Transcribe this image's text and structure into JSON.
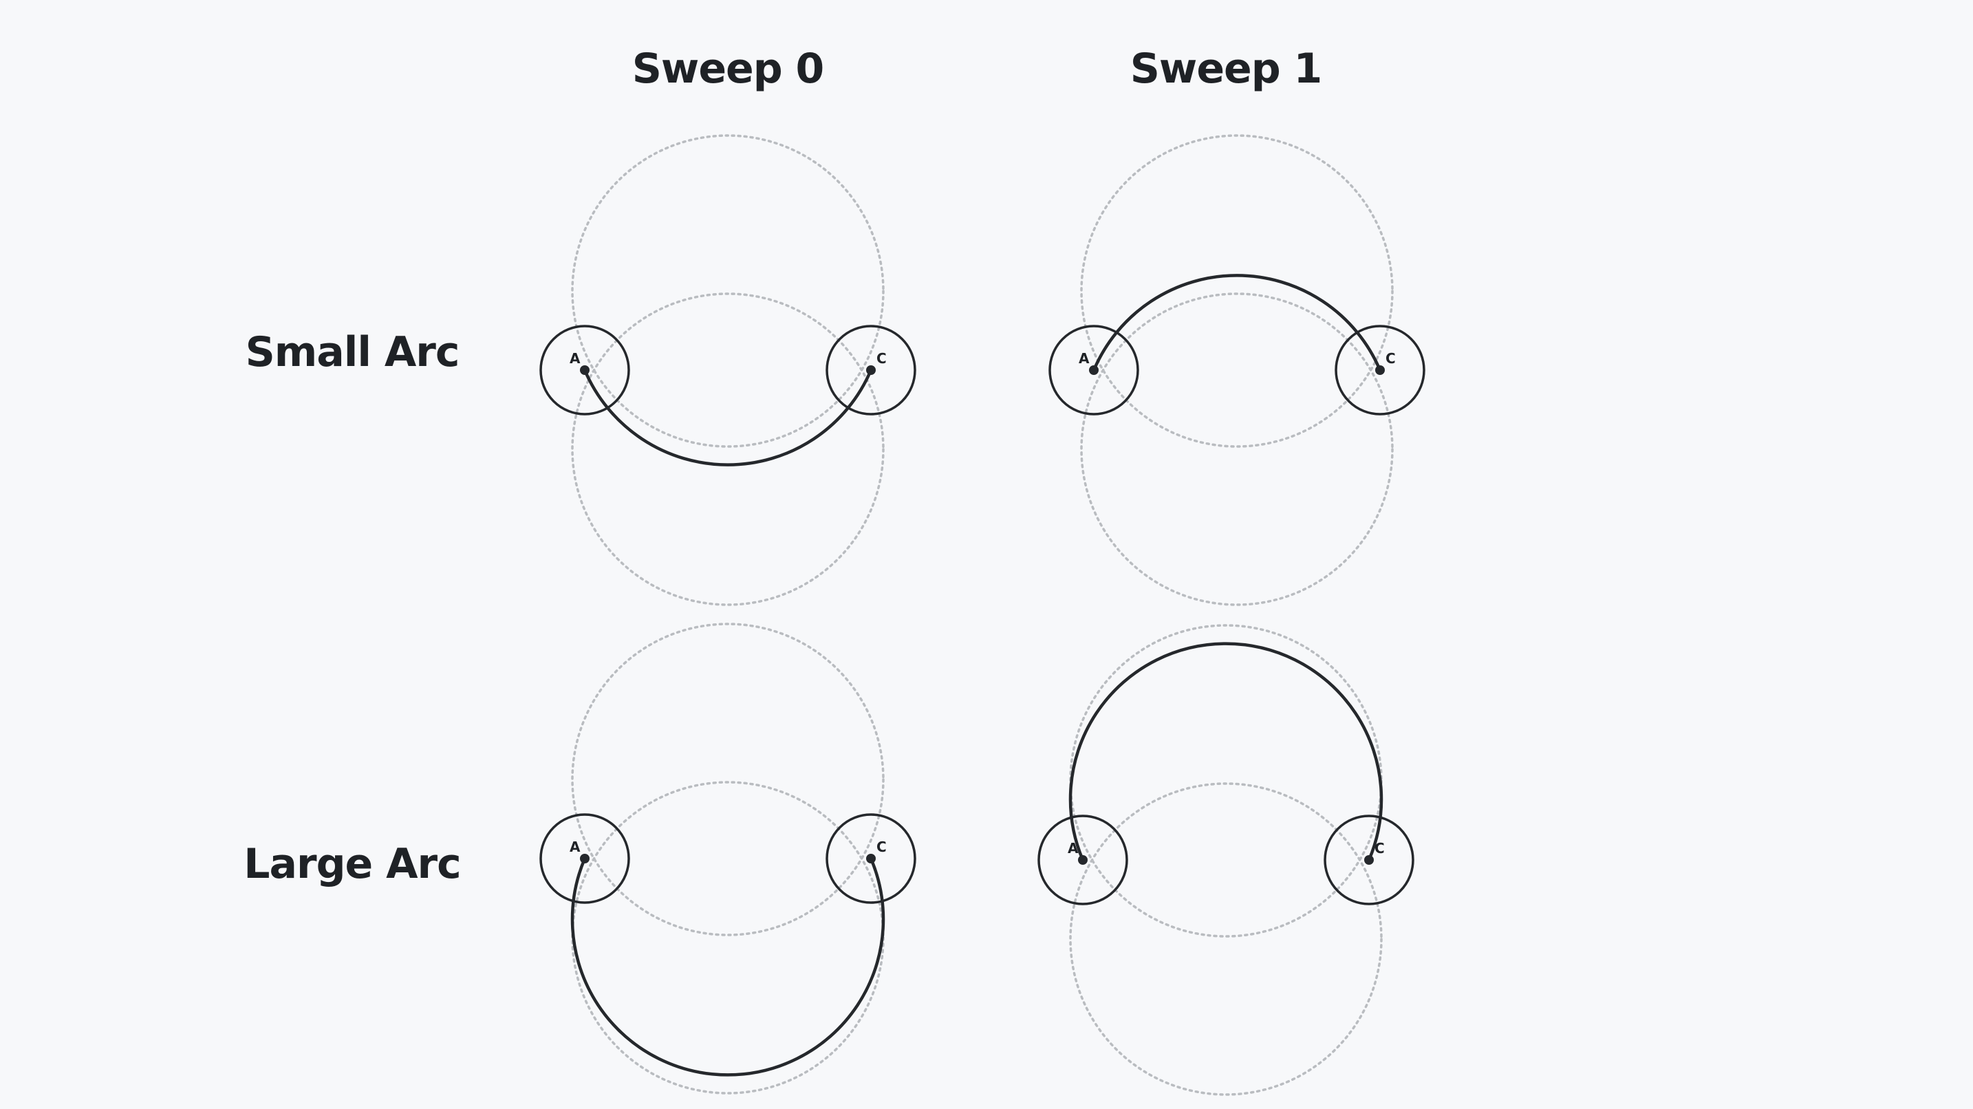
{
  "columns": [
    {
      "label": "Sweep 0"
    },
    {
      "label": "Sweep 1"
    }
  ],
  "rows": [
    {
      "label": "Small Arc"
    },
    {
      "label": "Large Arc"
    }
  ],
  "panels": [
    {
      "id": "small-sweep0",
      "large_arc": 0,
      "sweep": 0,
      "start_label": "A",
      "end_label": "C"
    },
    {
      "id": "small-sweep1",
      "large_arc": 0,
      "sweep": 1,
      "start_label": "A",
      "end_label": "C"
    },
    {
      "id": "large-sweep0",
      "large_arc": 1,
      "sweep": 0,
      "start_label": "A",
      "end_label": "C"
    },
    {
      "id": "large-sweep1",
      "large_arc": 1,
      "sweep": 1,
      "start_label": "A",
      "end_label": "C"
    }
  ],
  "colors": {
    "background": "#f7f8fa",
    "ink": "#25282c",
    "guide": "#b9bcc0"
  }
}
